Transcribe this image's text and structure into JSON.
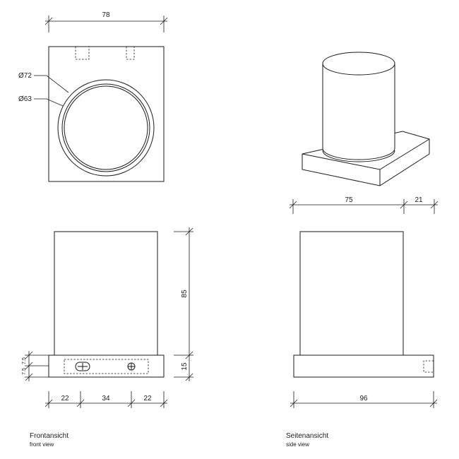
{
  "front_top_view": {
    "width_label": "78",
    "outer_diameter_label": "Ø72",
    "inner_diameter_label": "Ø63"
  },
  "perspective_view": {
    "depth_label": "75",
    "offset_label": "21"
  },
  "front_view": {
    "height_label": "85",
    "base_height_label": "15",
    "left_label": "22",
    "middle_label": "34",
    "right_label": "22",
    "hole_offset_top": "7.5",
    "hole_offset_bottom": "7.5",
    "caption": "Frontansicht",
    "caption_en": "front view"
  },
  "side_view": {
    "width_label": "96",
    "caption": "Seitenansicht",
    "caption_en": "side view"
  }
}
